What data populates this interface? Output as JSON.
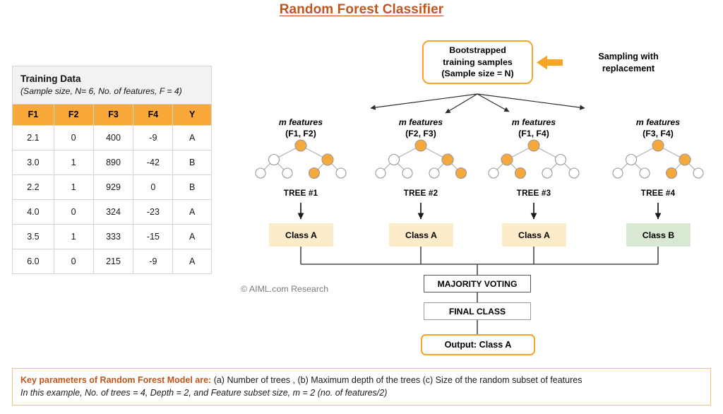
{
  "title": "Random Forest Classifier",
  "credit": "© AIML.com Research",
  "table": {
    "caption_title": "Training Data",
    "caption_sub": "(Sample size, N= 6, No. of features, F = 4)",
    "columns": [
      "F1",
      "F2",
      "F3",
      "F4",
      "Y"
    ],
    "rows": [
      [
        "2.1",
        "0",
        "400",
        "-9",
        "A"
      ],
      [
        "3.0",
        "1",
        "890",
        "-42",
        "B"
      ],
      [
        "2.2",
        "1",
        "929",
        "0",
        "B"
      ],
      [
        "4.0",
        "0",
        "324",
        "-23",
        "A"
      ],
      [
        "3.5",
        "1",
        "333",
        "-15",
        "A"
      ],
      [
        "6.0",
        "0",
        "215",
        "-9",
        "A"
      ]
    ],
    "header_bg": "#f9a83a"
  },
  "flow": {
    "bootstrap": {
      "line1": "Bootstrapped",
      "line2": "training samples",
      "line3": "(Sample size = N)"
    },
    "sampling_note": {
      "line1": "Sampling with",
      "line2": "replacement"
    },
    "trees": [
      {
        "m_features": "m features",
        "subset": "(F1, F2)",
        "label": "TREE #1",
        "vote": "Class A",
        "vote_class": "A"
      },
      {
        "m_features": "m features",
        "subset": "(F2, F3)",
        "label": "TREE #2",
        "vote": "Class A",
        "vote_class": "A"
      },
      {
        "m_features": "m features",
        "subset": "(F1, F4)",
        "label": "TREE #3",
        "vote": "Class A",
        "vote_class": "A"
      },
      {
        "m_features": "m features",
        "subset": "(F3, F4)",
        "label": "TREE #4",
        "vote": "Class B",
        "vote_class": "B"
      }
    ],
    "majority_voting": "MAJORITY VOTING",
    "final_class": "FINAL CLASS",
    "output": "Output: Class A"
  },
  "footer": {
    "key_label": "Key parameters of Random Forest Model are:",
    "line1_rest": " (a) Number of trees , (b) Maximum depth of the trees (c) Size of the random subset of features",
    "line2": "In this example, No. of trees = 4, Depth = 2, and Feature subset size, m = 2 (no. of features/2)"
  },
  "colors": {
    "accent_orange": "#f5a623",
    "title_brown": "#c0561b",
    "class_a_bg": "#fcecc9",
    "class_b_bg": "#d9e8d2"
  }
}
